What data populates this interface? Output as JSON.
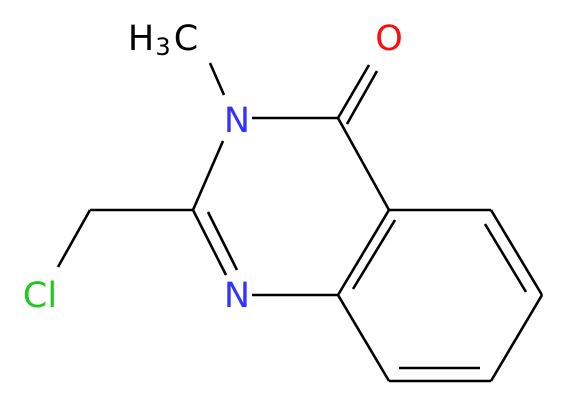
{
  "molecule": {
    "colors": {
      "bond": "#000000",
      "carbon_label": "#000000",
      "nitrogen": "#3333ff",
      "oxygen": "#ff0d0d",
      "chlorine": "#1fc71f"
    },
    "labels": {
      "methyl_h": "H",
      "methyl_sub": "3",
      "methyl_c": "C",
      "oxygen": "O",
      "n3": "N",
      "n1": "N",
      "chlorine": "Cl"
    }
  }
}
